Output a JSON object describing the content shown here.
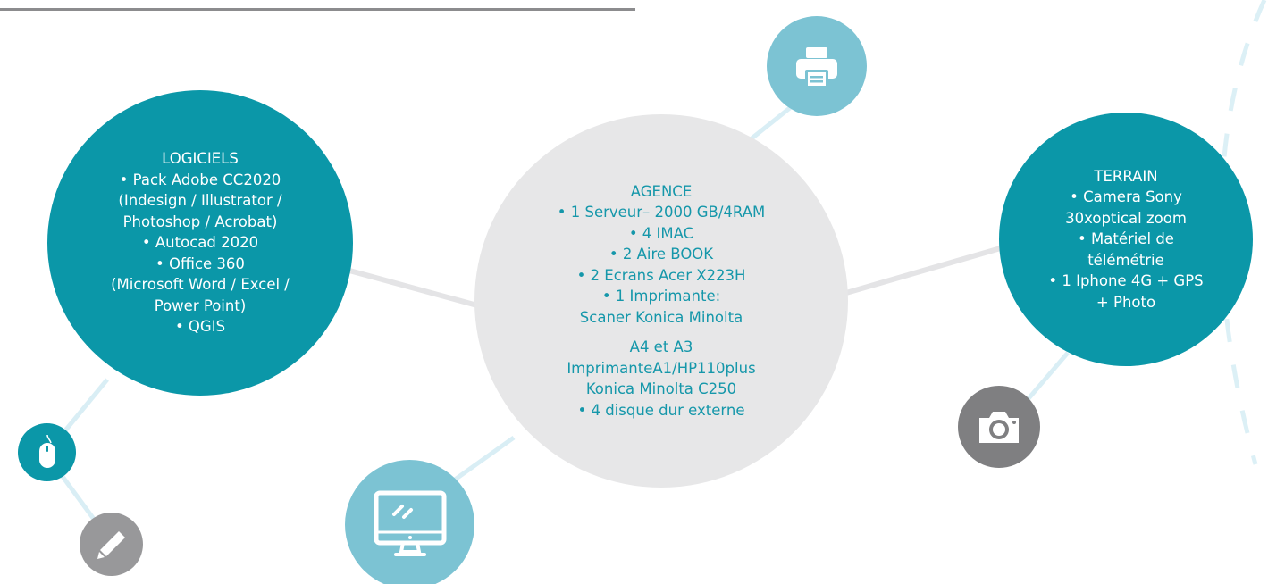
{
  "colors": {
    "teal_primary": "#0b97a8",
    "teal_light": "#7cc3d3",
    "grey_center": "#e7e7e8",
    "grey_icon": "#7f7f81",
    "grey_icon_light": "#98989a",
    "connector_light": "#d9eef5",
    "connector_grey": "#e4e4e6",
    "dash_light": "#dcf0f6"
  },
  "logiciels": {
    "title": "LOGICIELS",
    "lines": [
      "• Pack Adobe CC2020",
      "(Indesign / Illustrator /",
      "Photoshop / Acrobat)",
      "• Autocad 2020",
      "• Office 360",
      "(Microsoft Word / Excel /",
      "Power Point)",
      "• QGIS"
    ]
  },
  "agence": {
    "title": "AGENCE",
    "lines": [
      "• 1 Serveur– 2000 GB/4RAM",
      "• 4 IMAC",
      "• 2  Aire BOOK",
      "• 2 Ecrans Acer X223H",
      "• 1 Imprimante:",
      "Scaner Konica Minolta"
    ],
    "lines2": [
      "A4 et A3",
      "ImprimanteA1/HP110plus",
      "Konica Minolta C250",
      "• 4 disque dur externe"
    ]
  },
  "terrain": {
    "title": "TERRAIN",
    "lines": [
      "• Camera Sony",
      "30xoptical zoom",
      "• Matériel de",
      "télémétrie",
      "• 1 Iphone 4G + GPS",
      "+ Photo"
    ]
  },
  "icons": {
    "printer": "printer-icon",
    "monitor": "monitor-icon",
    "camera": "camera-icon",
    "mouse": "mouse-icon",
    "pencil": "pencil-icon"
  }
}
